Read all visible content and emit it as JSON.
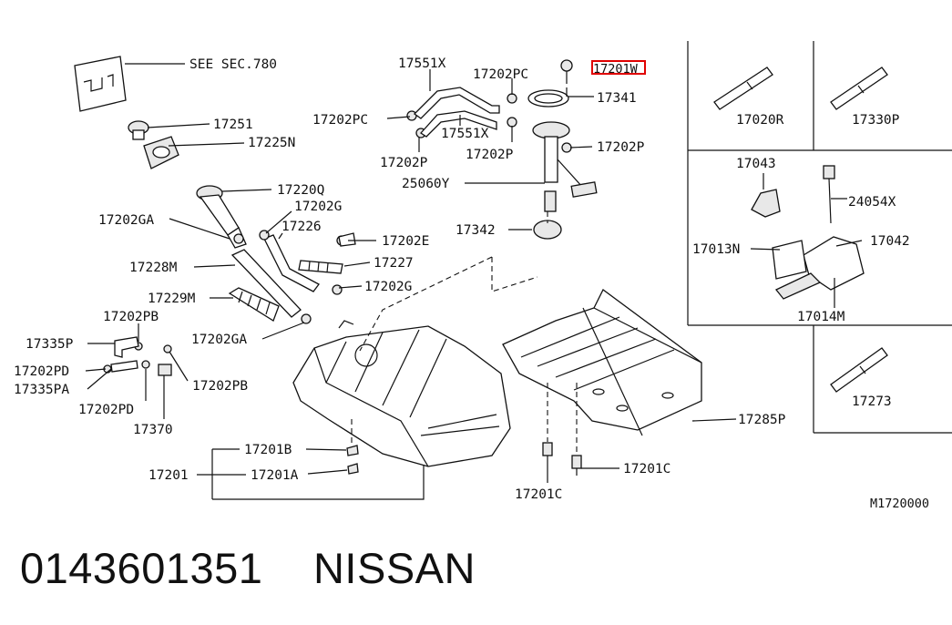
{
  "diagram": {
    "labels": {
      "see_sec": "SEE SEC.780",
      "p17251": "17251",
      "p17225N": "17225N",
      "p17551X_top": "17551X",
      "p17551X_mid": "17551X",
      "p17202PC_top": "17202PC",
      "p17202PC_left": "17202PC",
      "p17201W": "17201W",
      "p17341": "17341",
      "p17202P_left": "17202P",
      "p17202P_mid": "17202P",
      "p17202P_right": "17202P",
      "p25060Y": "25060Y",
      "p17220Q": "17220Q",
      "p17202G_top": "17202G",
      "p17202GA_top": "17202GA",
      "p17226": "17226",
      "p17202E": "17202E",
      "p17342": "17342",
      "p17227": "17227",
      "p17228M": "17228M",
      "p17202G_mid": "17202G",
      "p17229M": "17229M",
      "p17202PB_top": "17202PB",
      "p17202GA_bottom": "17202GA",
      "p17335P": "17335P",
      "p17202PD_top": "17202PD",
      "p17335PA": "17335PA",
      "p17202PB_right": "17202PB",
      "p17202PD_bottom": "17202PD",
      "p17370": "17370",
      "p17201B": "17201B",
      "p17201": "17201",
      "p17201A": "17201A",
      "p17201C_bottom": "17201C",
      "p17201C_right": "17201C",
      "p17285P": "17285P",
      "p17020R": "17020R",
      "p17330P": "17330P",
      "p17043": "17043",
      "p24054X": "24054X",
      "p17013N": "17013N",
      "p17042": "17042",
      "p17014M": "17014M",
      "p17273": "17273",
      "diagram_code": "M1720000"
    },
    "highlight_color": "#e00000"
  },
  "footer": {
    "part_number": "0143601351",
    "brand": "NISSAN"
  }
}
